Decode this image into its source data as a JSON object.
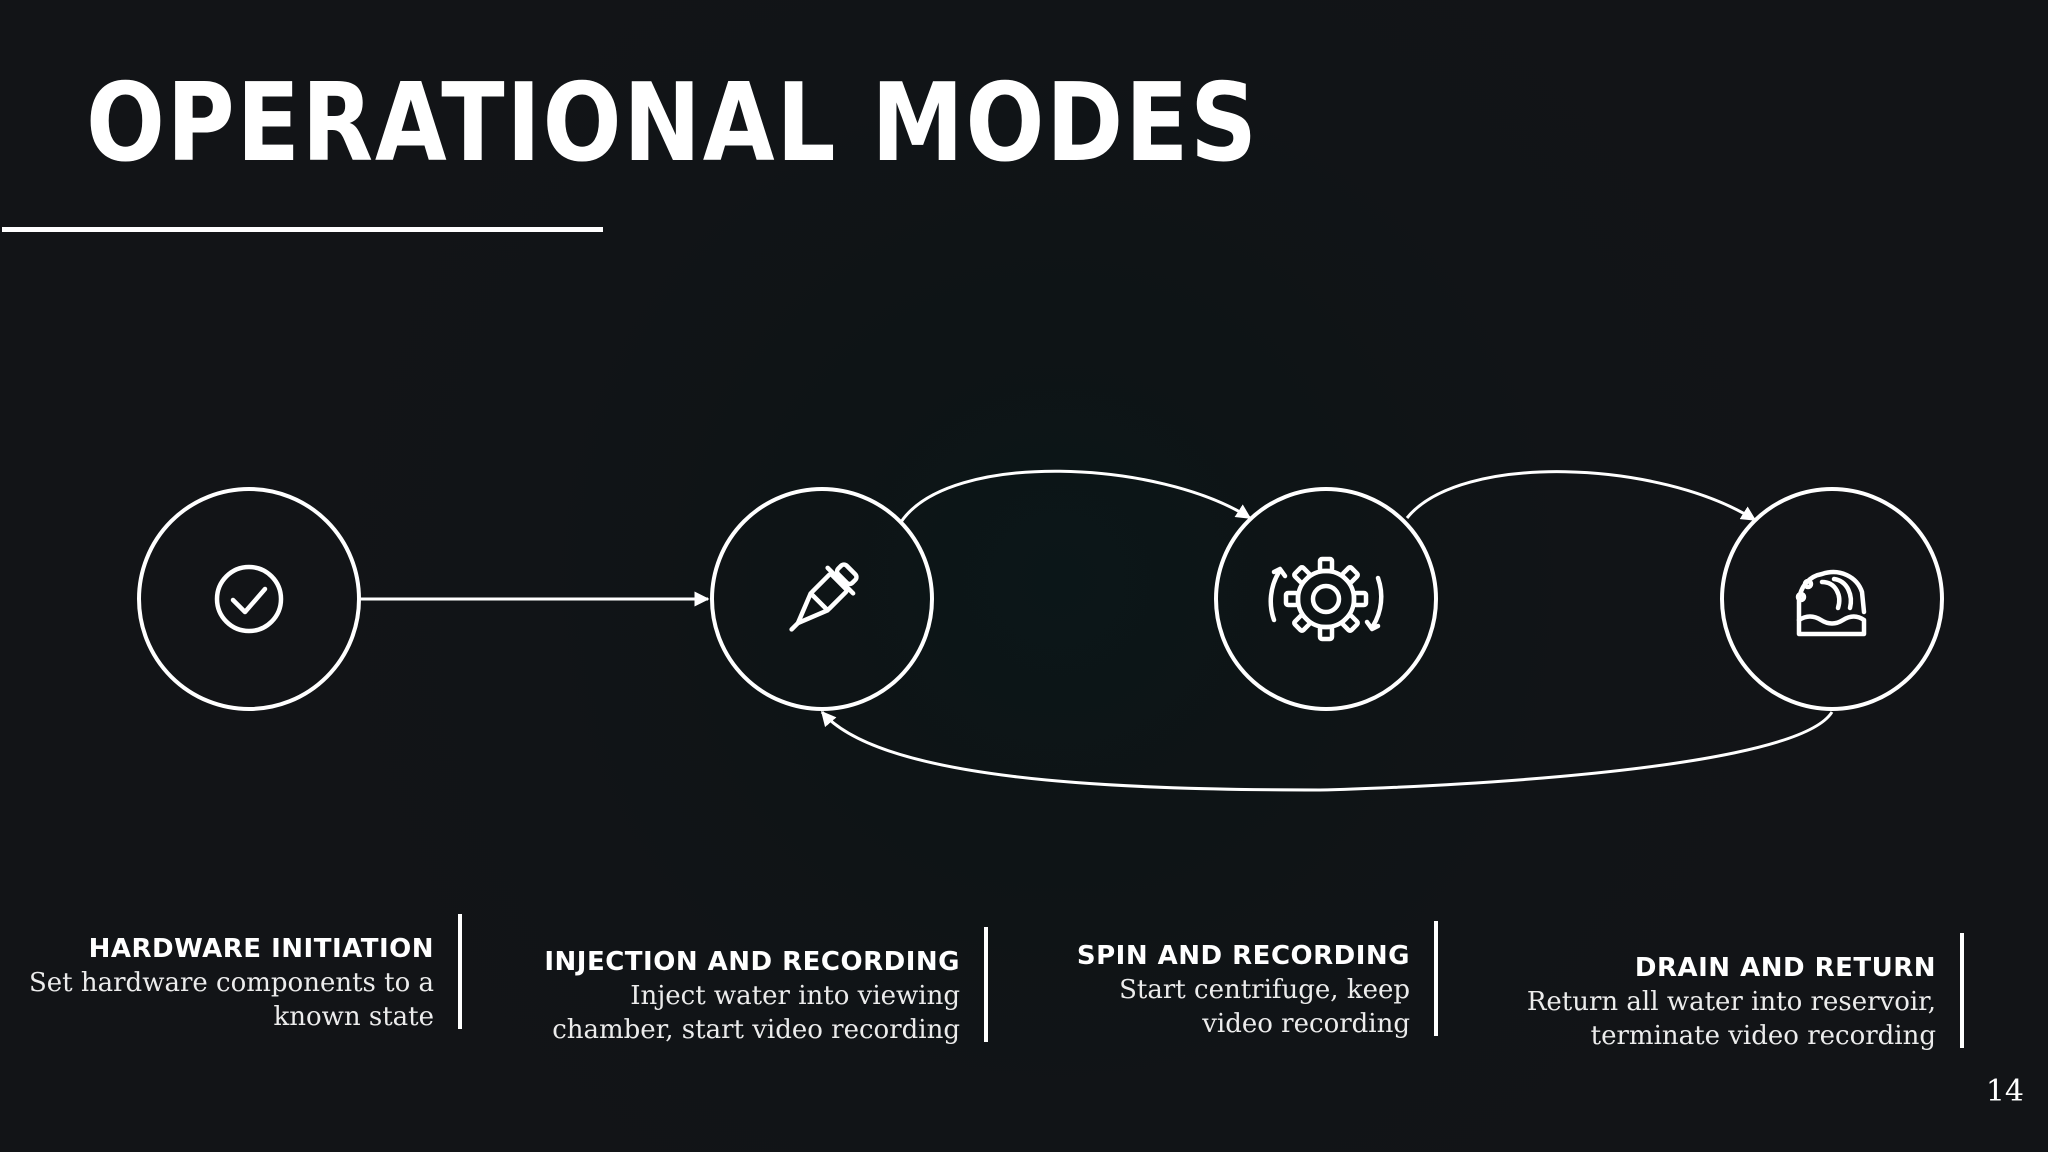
{
  "slide": {
    "title": "OPERATIONAL MODES",
    "page_number": "14"
  },
  "modes": [
    {
      "icon": "check-circle-icon",
      "heading": "HARDWARE INITIATION",
      "description": "Set hardware components to a known state"
    },
    {
      "icon": "dropper-icon",
      "heading": "INJECTION AND RECORDING",
      "description": "Inject water into viewing chamber, start video recording"
    },
    {
      "icon": "gear-rotate-icon",
      "heading": "SPIN AND RECORDING",
      "description": "Start centrifuge, keep video recording"
    },
    {
      "icon": "wave-icon",
      "heading": "DRAIN AND RETURN",
      "description": "Return all water into reservoir, terminate video recording"
    }
  ],
  "transitions": [
    {
      "from": "HARDWARE INITIATION",
      "to": "INJECTION AND RECORDING"
    },
    {
      "from": "INJECTION AND RECORDING",
      "to": "SPIN AND RECORDING"
    },
    {
      "from": "SPIN AND RECORDING",
      "to": "DRAIN AND RETURN"
    },
    {
      "from": "DRAIN AND RETURN",
      "to": "INJECTION AND RECORDING"
    }
  ],
  "colors": {
    "background": "#101316",
    "foreground": "#ffffff"
  }
}
